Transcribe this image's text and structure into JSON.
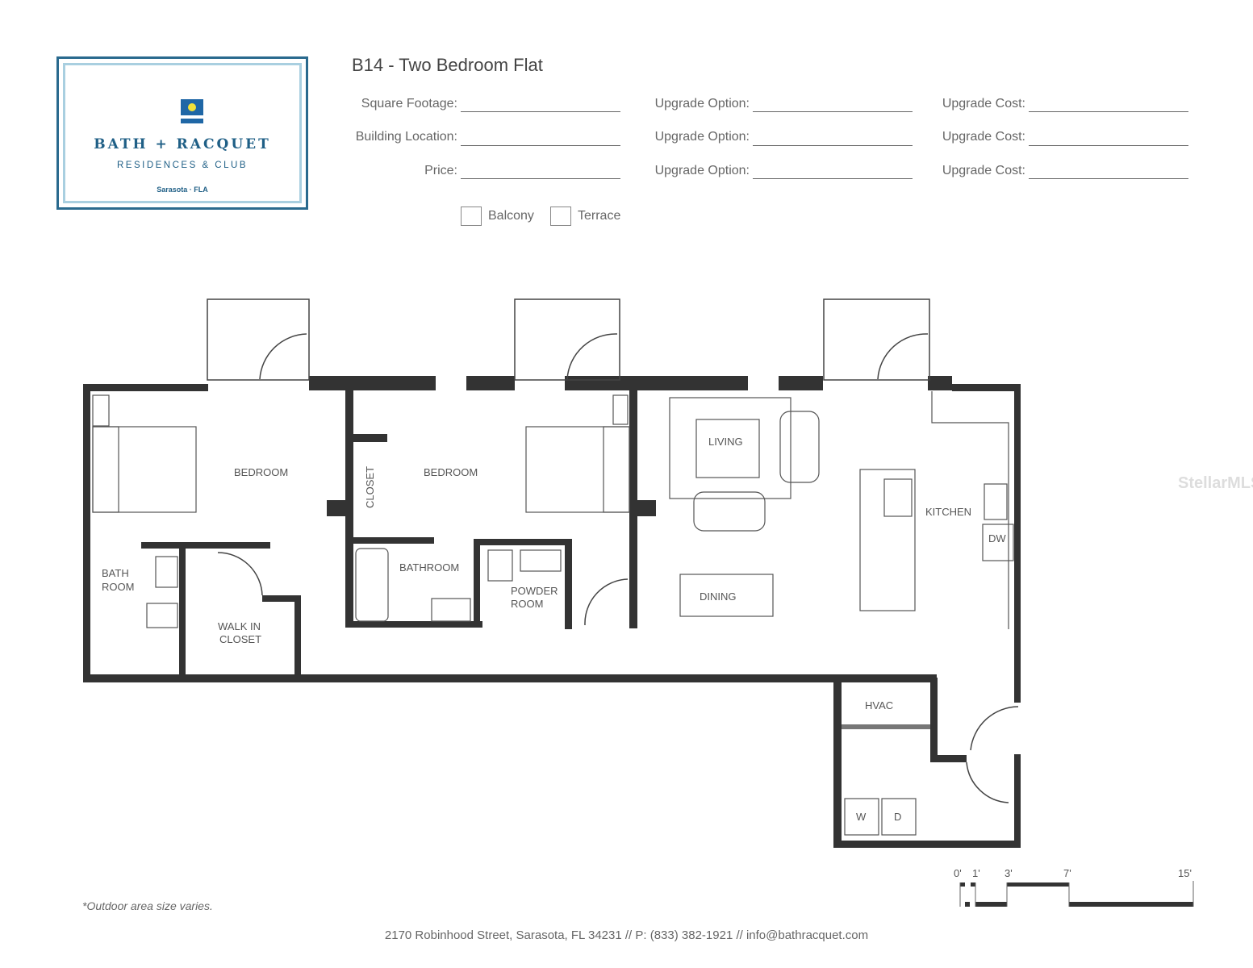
{
  "logo": {
    "brand": "BATH + RACQUET",
    "subtitle": "RESIDENCES & CLUB",
    "location": "Sarasota · FLA"
  },
  "title": "B14 - Two Bedroom Flat",
  "form": {
    "left": [
      "Square Footage:",
      "Building Location:",
      "Price:"
    ],
    "middle": [
      "Upgrade Option:",
      "Upgrade Option:",
      "Upgrade Option:"
    ],
    "right": [
      "Upgrade Cost:",
      "Upgrade Cost:",
      "Upgrade Cost:"
    ],
    "checkboxes": [
      "Balcony",
      "Terrace"
    ]
  },
  "rooms": {
    "bedroom1": "BEDROOM",
    "bedroom2": "BEDROOM",
    "closet": "CLOSET",
    "bath_room_1": "BATH",
    "bath_room_2": "ROOM",
    "walkin_1": "WALK IN",
    "walkin_2": "CLOSET",
    "bathroom": "BATHROOM",
    "powder_1": "POWDER",
    "powder_2": "ROOM",
    "living": "LIVING",
    "dining": "DINING",
    "kitchen": "KITCHEN",
    "dw": "DW",
    "hvac": "HVAC",
    "washer": "W",
    "dryer": "D"
  },
  "scale": [
    "0'",
    "1'",
    "3'",
    "7'",
    "15'"
  ],
  "note": "*Outdoor area size varies.",
  "footer": "2170 Robinhood Street, Sarasota, FL 34231  //  P: (833) 382-1921  //  info@bathracquet.com",
  "watermark": "StellarMLS",
  "colors": {
    "brand": "#1f5f86",
    "wall": "#333333"
  }
}
